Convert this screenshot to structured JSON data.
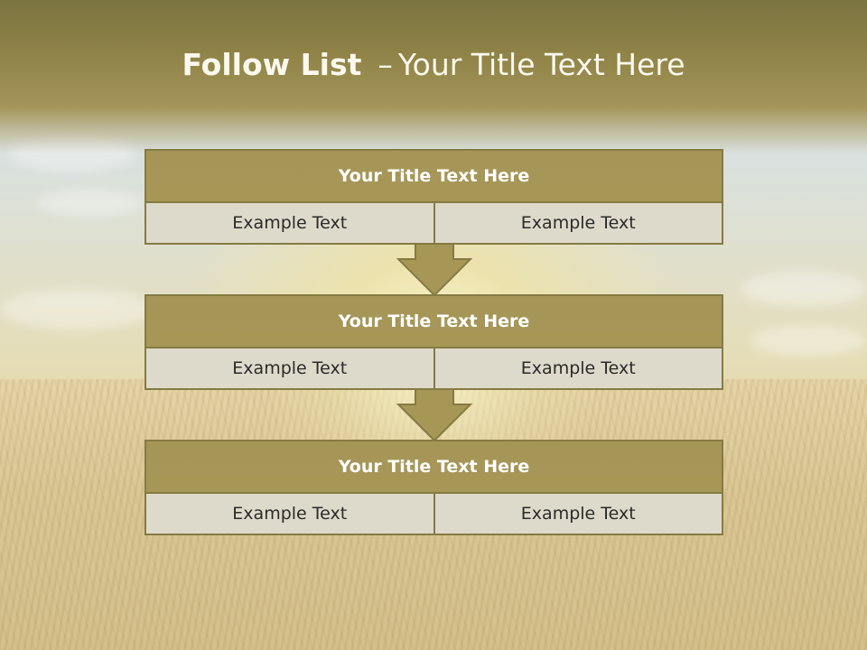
{
  "slide": {
    "title_bold": "Follow List",
    "title_dash": "–",
    "title_rest": "Your Title Text Here"
  },
  "blocks": [
    {
      "title": "Your Title Text Here",
      "cells": [
        "Example Text",
        "Example Text"
      ]
    },
    {
      "title": "Your Title Text Here",
      "cells": [
        "Example Text",
        "Example Text"
      ]
    },
    {
      "title": "Your Title Text Here",
      "cells": [
        "Example Text",
        "Example Text"
      ]
    }
  ],
  "colors": {
    "header_fill": "#a69757",
    "border": "#857a43",
    "cell_fill": "#dedacb",
    "arrow_fill": "#a69757"
  },
  "icons": [
    "down-arrow-icon",
    "down-arrow-icon"
  ]
}
